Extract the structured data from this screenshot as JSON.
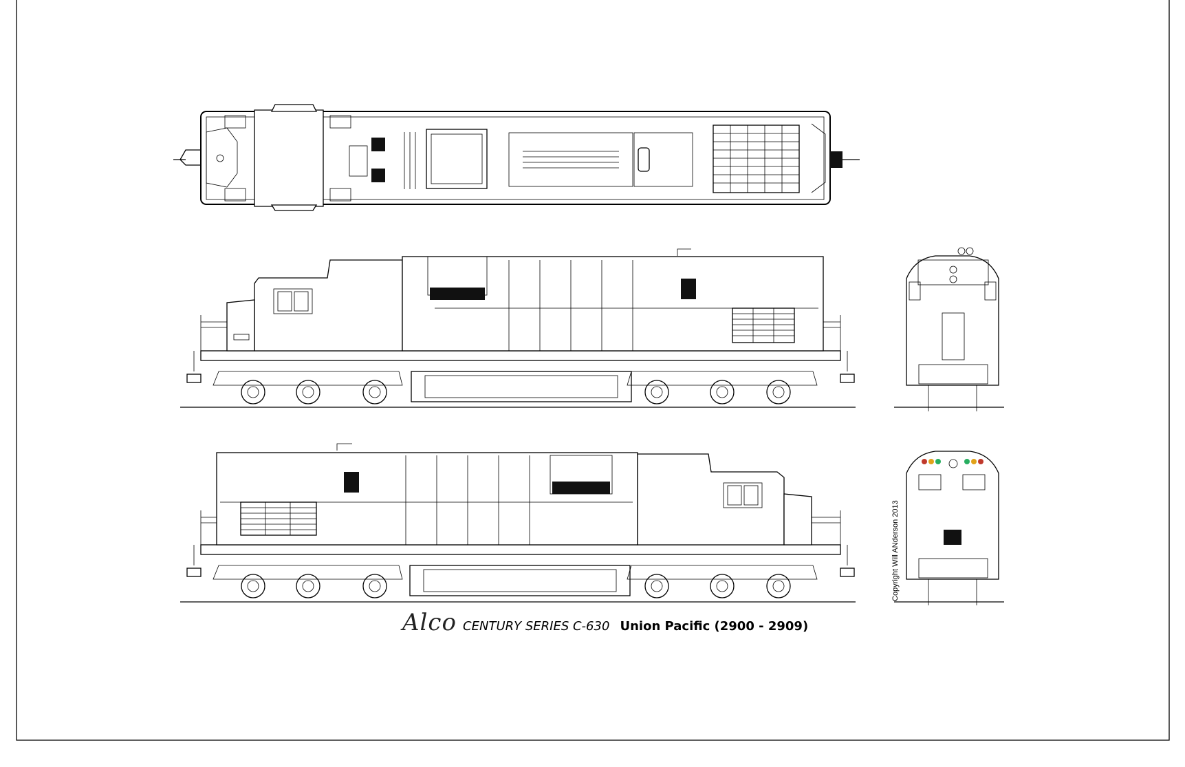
{
  "caption": {
    "brand": "Alco",
    "series": "CENTURY SERIES C-630",
    "railroad": "Union Pacific (2900 - 2909)"
  },
  "copyright": "Copyright Will ANderson 2013",
  "views": [
    "top-view",
    "side-view-left",
    "side-view-right",
    "front-end-view",
    "rear-end-view"
  ]
}
